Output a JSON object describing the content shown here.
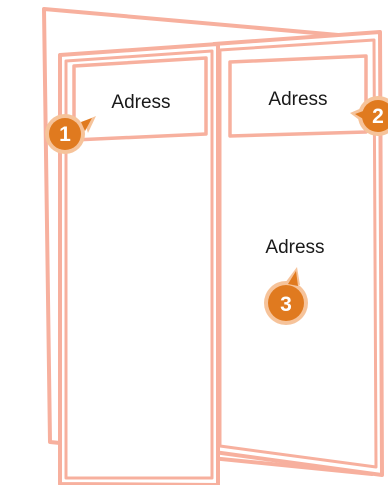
{
  "colors": {
    "outline": "#f7b09e",
    "outline_fill": "#ffffff",
    "badge_fill": "#e07a1f",
    "badge_ring": "#f6c39a",
    "text": "#1a1a1a",
    "badge_text": "#ffffff"
  },
  "brochure": {
    "address_boxes": [
      {
        "label": "Adress"
      },
      {
        "label": "Adress"
      }
    ],
    "center_address": {
      "label": "Adress"
    },
    "badges": [
      {
        "number": "1"
      },
      {
        "number": "2"
      },
      {
        "number": "3"
      }
    ]
  }
}
